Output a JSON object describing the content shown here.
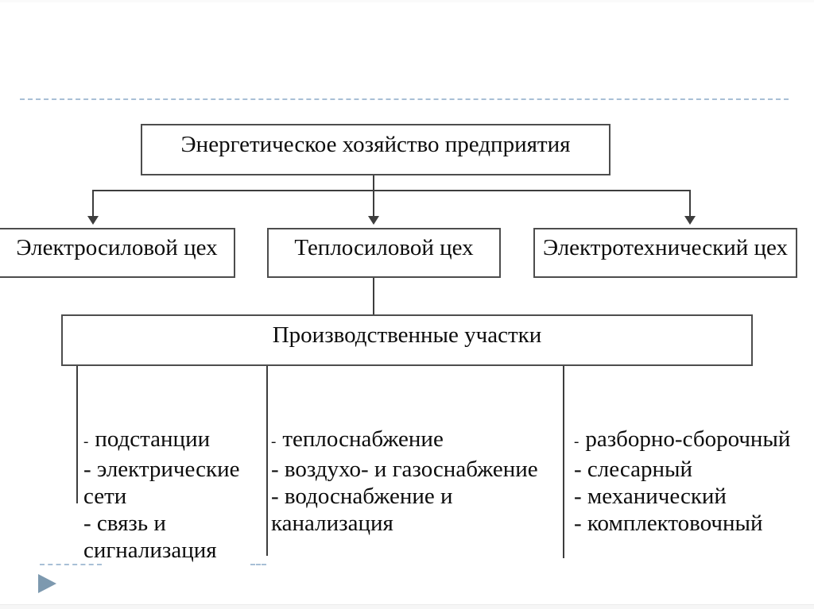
{
  "org_chart": {
    "root": {
      "label": "Энергетическое хозяйство предприятия"
    },
    "departments": [
      {
        "label": "Электросиловой цех"
      },
      {
        "label": "Теплосиловой цех"
      },
      {
        "label": "Электротехнический цех"
      }
    ],
    "sections_box": {
      "label": "Производственные участки"
    },
    "section_lists": [
      {
        "lead_dash": "-",
        "lead_text": "подстанции",
        "rest": [
          "- электрические",
          "сети",
          "- связь и",
          "сигнализация"
        ]
      },
      {
        "lead_dash": "-",
        "lead_text": "теплоснабжение",
        "rest": [
          "- воздухо- и газоснабжение",
          "- водоснабжение и",
          "канализация"
        ]
      },
      {
        "lead_dash": "-",
        "lead_text": "разборно-сборочный",
        "rest": [
          "- слесарный",
          "- механический",
          "- комплектовочный"
        ]
      }
    ]
  },
  "decor": {
    "accent_dash_color": "#a8bfd6",
    "triangle_color": "#7d99af",
    "line_color": "#3d3d3d",
    "box_border_color": "#4d4d4d",
    "triangle_icon": "play-triangle-icon"
  }
}
